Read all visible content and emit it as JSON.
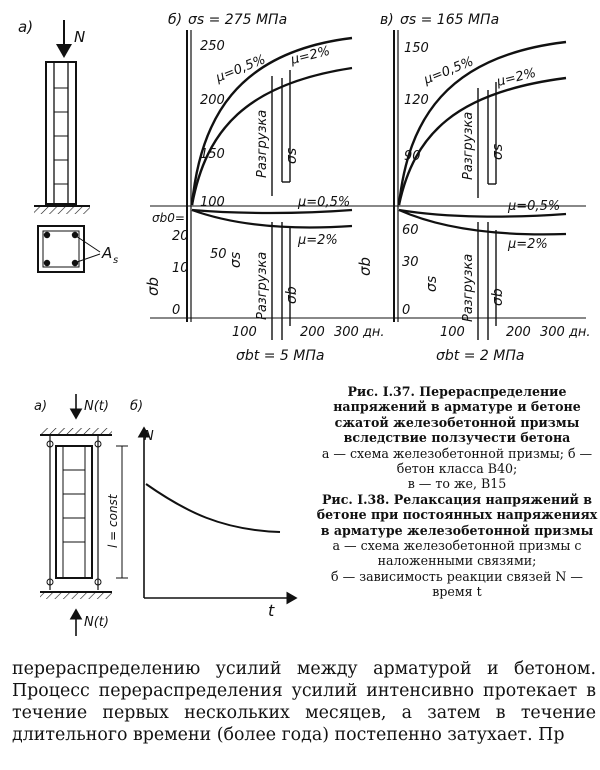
{
  "figure_137": {
    "panel_a": {
      "label": "а)",
      "force_label": "N",
      "rebar_label": "A",
      "rebar_sub": "s"
    },
    "panel_b": {
      "label": "б)",
      "sigma_s_header": "σs = 275 МПа",
      "top_ticks": [
        "250",
        "200",
        "150",
        "100"
      ],
      "bottom_ticks": [
        "20",
        "10",
        "0"
      ],
      "sigma_b0_label": "σb0=",
      "mu_05_upper": "μ=0,5%",
      "mu_2_upper": "μ=2%",
      "mu_05_lower": "μ=0,5%",
      "mu_2_lower": "μ=2%",
      "unloading": "Разгрузка",
      "sigma_s": "σs",
      "sigma_b": "σb",
      "mid_50": "50",
      "x_ticks": [
        "100",
        "200",
        "300 дн."
      ],
      "sigma_bt": "σbt = 5 МПа"
    },
    "panel_c": {
      "label": "в)",
      "sigma_s_header": "σs = 165 МПа",
      "top_ticks": [
        "150",
        "120",
        "90"
      ],
      "bottom_ticks": [
        "60",
        "30",
        "0"
      ],
      "mu_05_upper": "μ=0,5%",
      "mu_2_upper": "μ=2%",
      "mu_05_lower": "μ=0,5%",
      "mu_2_lower": "μ=2%",
      "unloading": "Разгрузка",
      "sigma_s": "σs",
      "sigma_b": "σb",
      "x_ticks": [
        "100",
        "200",
        "300 дн."
      ],
      "sigma_bt": "σbt = 2 МПа"
    }
  },
  "figure_138": {
    "panel_a": {
      "label": "а)",
      "force_top": "N(t)",
      "force_bottom": "N(t)",
      "length_label": "l = const"
    },
    "panel_b": {
      "label": "б)",
      "y_axis": "N",
      "x_axis": "t"
    }
  },
  "caption": {
    "title_137": "Рис. I.37. Перераспределение напряжений в арматуре и бетоне сжатой железобетонной призмы вследствие ползучести бетона",
    "legend_137_line1": "а — схема железобетонной призмы; б — бетон класса В40;",
    "legend_137_line2": "в — то же, В15",
    "title_138": "Рис. I.38. Релаксация напряжений в бетоне при постоянных напряжениях в арматуре железобетонной призмы",
    "legend_138_line1": "а — схема железобетонной призмы с наложенными связями;",
    "legend_138_line2": "б — зависимость реакции связей N — время t"
  },
  "body_text": "перераспределению усилий между арматурой и бетоном. Процесс перераспределения усилий интенсивно протекает в течение первых нескольких месяцев, а затем в течение длительного времени (более года) постепенно затухает. Пр"
}
